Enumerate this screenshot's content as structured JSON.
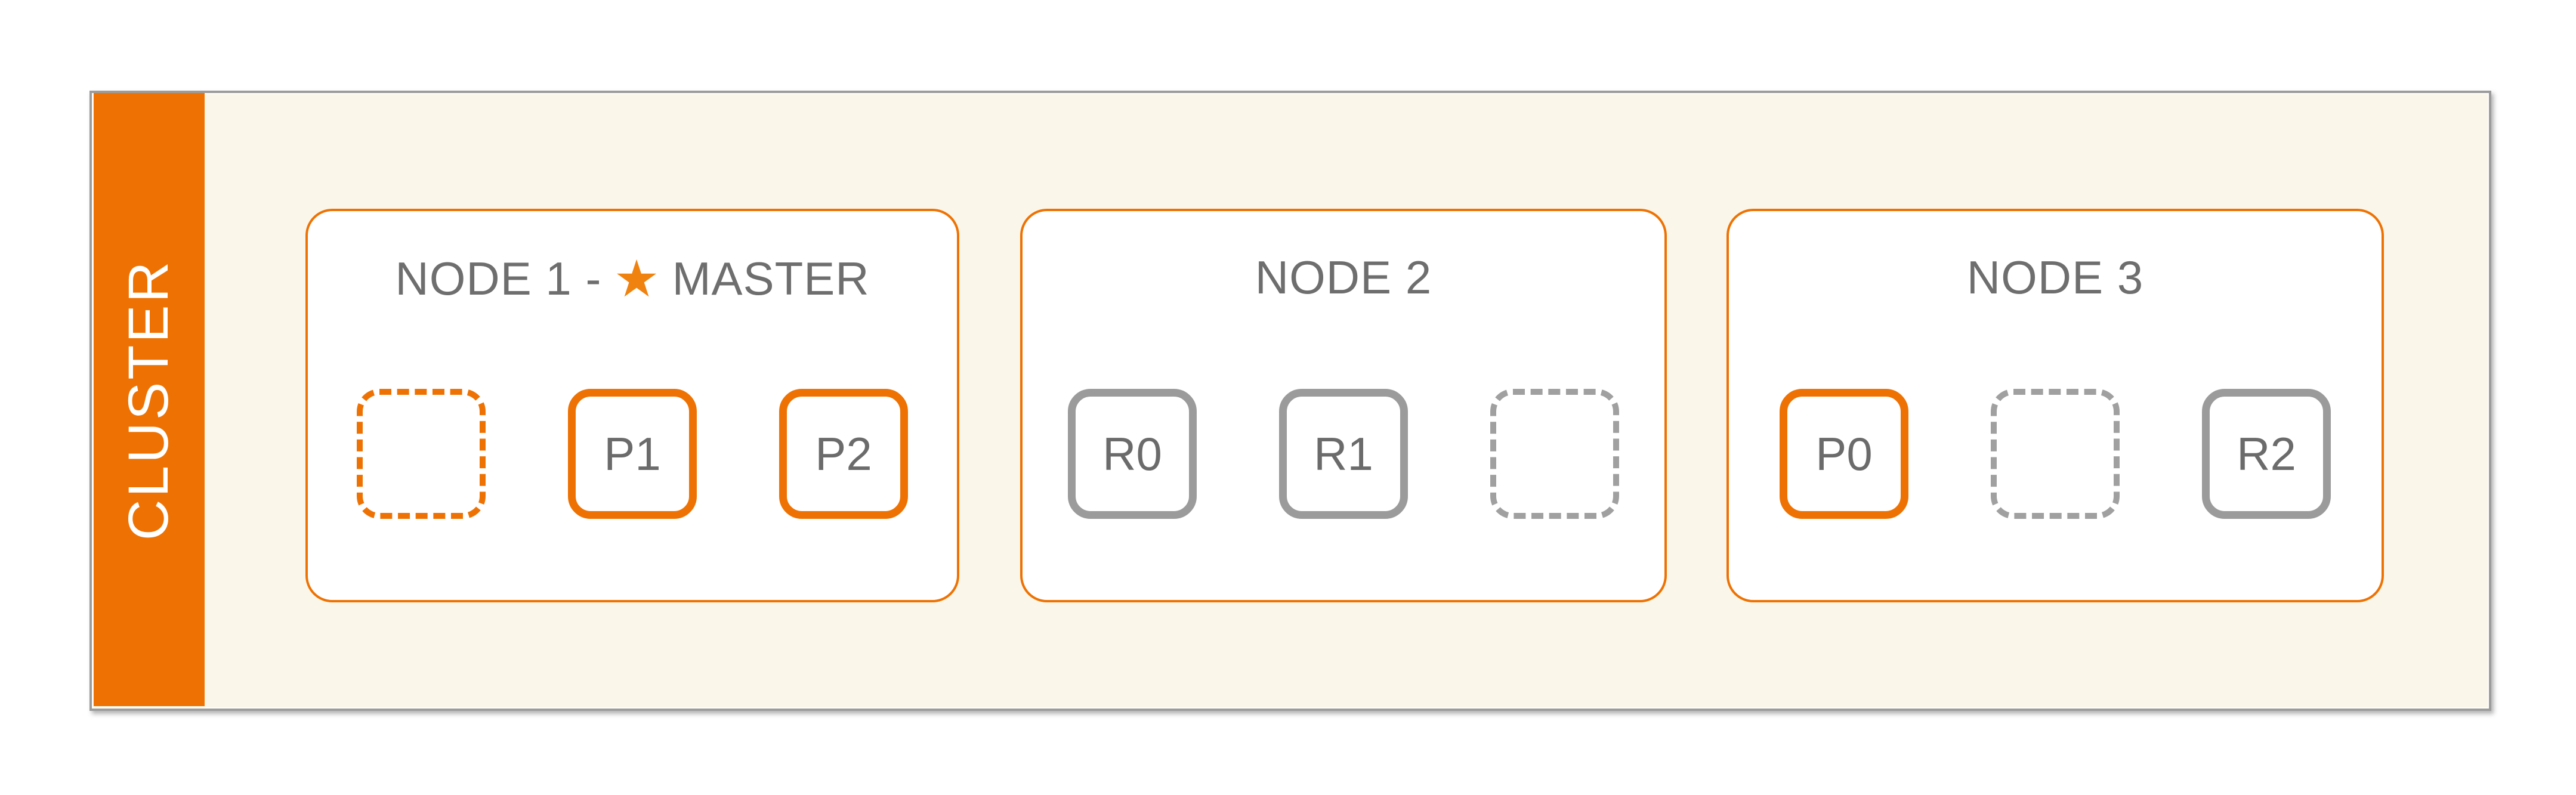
{
  "theme": {
    "accent": "#EE7203",
    "star-orange": "#F0820F",
    "shard-gray": "#9B9B9B",
    "dash-gray": "#A0A0A0",
    "frame-border": "#9C9C9C",
    "frame-bg": "#FAF7EA",
    "card-bg": "#FFFFFF",
    "text-gray": "#6E6E6E",
    "label-gray": "#6B6B6B",
    "sidebar-text": "#FFFFFF"
  },
  "cluster": {
    "label": "CLUSTER"
  },
  "nodes": [
    {
      "title_prefix": "NODE 1 -",
      "master_star_icon": "★",
      "title_suffix": "MASTER",
      "shards": [
        {
          "label": "",
          "style": "dashed-orange"
        },
        {
          "label": "P1",
          "style": "solid-orange"
        },
        {
          "label": "P2",
          "style": "solid-orange"
        }
      ]
    },
    {
      "title": "NODE 2",
      "shards": [
        {
          "label": "R0",
          "style": "solid-gray"
        },
        {
          "label": "R1",
          "style": "solid-gray"
        },
        {
          "label": "",
          "style": "dashed-gray"
        }
      ]
    },
    {
      "title": "NODE 3",
      "shards": [
        {
          "label": "P0",
          "style": "solid-orange"
        },
        {
          "label": "",
          "style": "dashed-gray"
        },
        {
          "label": "R2",
          "style": "solid-gray"
        }
      ]
    }
  ]
}
